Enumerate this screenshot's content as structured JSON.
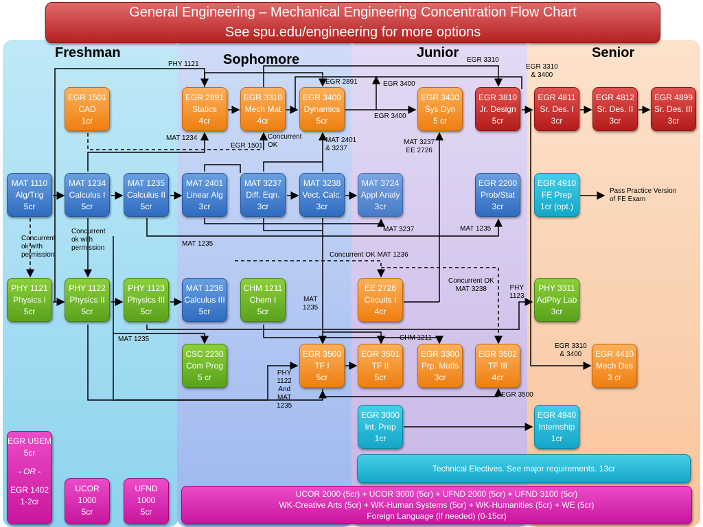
{
  "title": {
    "line1": "General Engineering – Mechanical Engineering Concentration Flow Chart",
    "line2": "See spu.edu/engineering for more options"
  },
  "columns": {
    "freshman": "Freshman",
    "sophomore": "Sophomore",
    "junior": "Junior",
    "senior": "Senior"
  },
  "courses": {
    "egr1501": [
      "EGR 1501",
      "CAD",
      "1cr"
    ],
    "egr2891": [
      "EGR 2891",
      "Statics",
      "4cr"
    ],
    "egr3310": [
      "EGR 3310",
      "Mech Mat",
      "4cr"
    ],
    "egr3400": [
      "EGR 3400",
      "Dynamics",
      "5cr"
    ],
    "egr3430": [
      "EGR  3430",
      "Sys Dyn",
      "5 cr"
    ],
    "egr3810": [
      "EGR 3810",
      "Jr. Design",
      "5cr"
    ],
    "egr4811": [
      "EGR 4811",
      "Sr. Des. I",
      "3cr"
    ],
    "egr4812": [
      "EGR 4812",
      "Sr. Des. II",
      "3cr"
    ],
    "egr4899": [
      "EGR 4899",
      "Sr. Des. III",
      "3cr"
    ],
    "mat1110": [
      "MAT 1110",
      "Alg/Trig",
      "5cr"
    ],
    "mat1234": [
      "MAT 1234",
      "Calculus I",
      "5cr"
    ],
    "mat1235": [
      "MAT 1235",
      "Calculus II",
      "5cr"
    ],
    "mat2401": [
      "MAT 2401",
      "Linear Alg",
      "3cr"
    ],
    "mat3237": [
      "MAT 3237",
      "Diff. Eqn.",
      "3cr"
    ],
    "mat3238": [
      "MAT 3238",
      "Vect. Calc.",
      "3cr"
    ],
    "mat3724": [
      "MAT 3724",
      "Appl Analy",
      "3cr"
    ],
    "egr2200": [
      "EGR 2200",
      "Prob/Stat",
      "3cr"
    ],
    "egr4910": [
      "EGR 4910",
      "FE Prep",
      "1cr (opt.)"
    ],
    "phy1121": [
      "PHY 1121",
      "Physics I",
      "5cr"
    ],
    "phy1122": [
      "PHY 1122",
      "Physics II",
      "5cr"
    ],
    "phy1123": [
      "PHY 1123",
      "Physics III",
      "5cr"
    ],
    "mat1236": [
      "MAT 1236",
      "Calculus III",
      "5cr"
    ],
    "chm1211": [
      "CHM 1211",
      "Chem I",
      "5cr"
    ],
    "ee2726": [
      "EE 2726",
      "Circuits I",
      "4cr"
    ],
    "phy3311": [
      "PHY 3311",
      "AdPhy Lab",
      "3cr"
    ],
    "csc2230": [
      "CSC 2230",
      "Com Prog",
      "5 cr"
    ],
    "egr3500": [
      "EGR 3500",
      "TF I",
      "5cr"
    ],
    "egr3501": [
      "EGR 3501",
      "TF II",
      "5cr"
    ],
    "egr3300": [
      "EGR 3300",
      "Prp. Matls",
      "3cr"
    ],
    "egr3502": [
      "EGR 3502",
      "TF III",
      "4cr"
    ],
    "egr4410": [
      "EGR  4410",
      "Mech Des",
      "3 cr"
    ],
    "egr3000": [
      "EGR 3000",
      "Int. Prep",
      "1cr"
    ],
    "egr4940": [
      "EGR 4940",
      "Internship",
      "1cr"
    ],
    "ucor1000": [
      "UCOR",
      "1000",
      "5cr"
    ],
    "ufnd1000": [
      "UFND",
      "1000",
      "5cr"
    ]
  },
  "usem_box": [
    "EGR USEM",
    "5cr",
    "- OR -",
    "EGR 1402",
    "1-2cr"
  ],
  "tech_electives": "Technical Electives. See major requirements. 13cr",
  "gen_ed": [
    "UCOR 2000 (5cr) + UCOR 3000 (5cr) + UFND 2000 (5cr) + UFND 3100 (5cr)",
    "WK-Creative Arts (5cr) + WK-Human Systems (5cr) + WK-Humanities (5cr) + WE (5cr)",
    "Foreign Language (if needed) (0-15cr)"
  ],
  "labels": {
    "phy1121": "PHY 1121",
    "egr3310_top": "EGR 3310",
    "egr3310_3400_top": "EGR 3310\n& 3400",
    "egr2891": "EGR 2891",
    "egr3400_a": "EGR 3400",
    "egr3400_b": "EGR 3400",
    "mat1234": "MAT 1234",
    "egr1501": "EGR 1501",
    "concurrent_ok": "Concurrent\nOK",
    "mat2401_3237": "MAT 2401\n& 3237",
    "mat3237_ee2726": "MAT 3237\nEE 2726",
    "concurrent_perm_1": "Concurrent\nok with\npermission",
    "concurrent_perm_2": "Concurrent\nok with\npermission",
    "mat3237": "MAT 3237",
    "mat1235_a": "MAT 1235",
    "mat1235_b": "MAT 1235",
    "mat1235_c": "MAT\n1235",
    "mat1235_d": "MAT 1235",
    "concurrent_mat1236": "Concurrent OK MAT 1236",
    "concurrent_mat3238": "Concurrent OK\nMAT 3238",
    "phy1123": "PHY\n1123",
    "chm1211": "CHM 1211",
    "egr3310_3400_b": "EGR 3310\n& 3400",
    "phy1122_mat1235": "PHY\n1122\nAnd\nMAT\n1235",
    "egr3500": "EGR 3500",
    "fe_note": "Pass Practice Version\nof FE Exam"
  }
}
